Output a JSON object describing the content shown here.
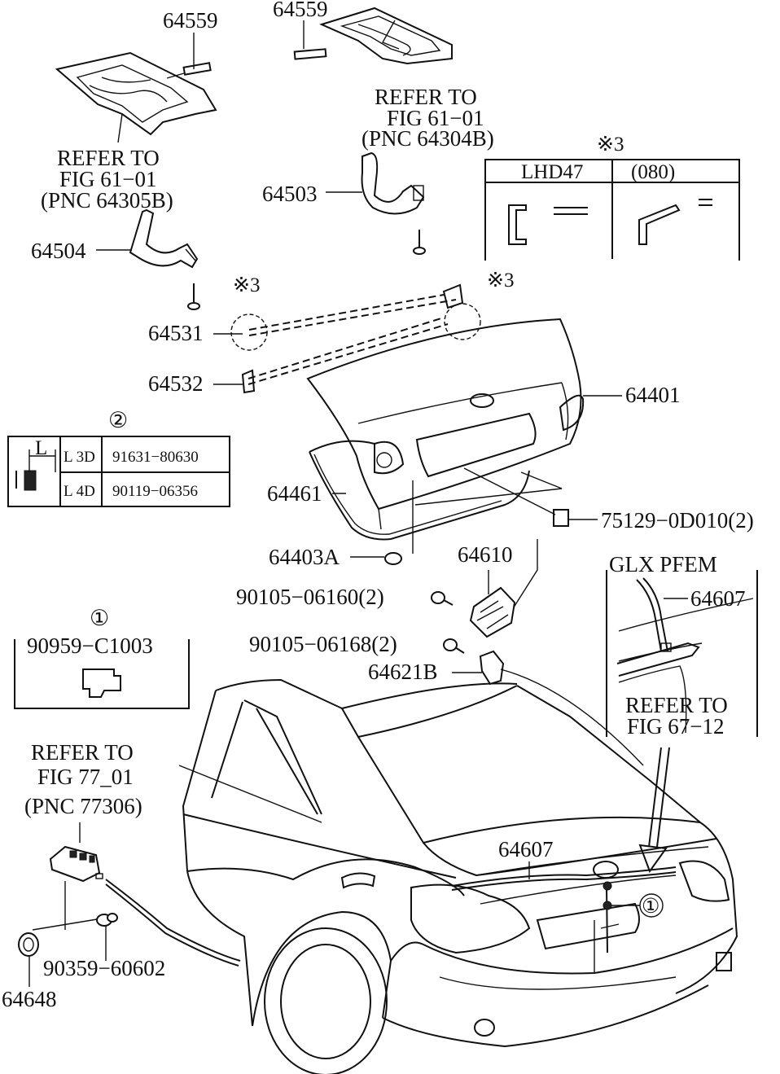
{
  "labels": {
    "p64559_left": "64559",
    "p64559_top": "64559",
    "refer_right_1": "REFER TO",
    "refer_right_2": "FIG 61−01",
    "refer_right_3": "(PNC 64304B)",
    "refer_left_1": "REFER TO",
    "refer_left_2": "FIG 61−01",
    "refer_left_3": "(PNC 64305B)",
    "p64503": "64503",
    "p64504": "64504",
    "p64531": "64531",
    "p64532": "64532",
    "p64401": "64401",
    "p64461": "64461",
    "p64403A": "64403A",
    "p75129": "75129−0D010(2)",
    "p64610": "64610",
    "p90105_06160": "90105−06160(2)",
    "p90105_06168": "90105−06168(2)",
    "p64621B": "64621B",
    "glx_pfem": "GLX PFEM",
    "p64607_box": "64607",
    "refer_glx_1": "REFER TO",
    "refer_glx_2": "FIG 67−12",
    "refer_77_1": "REFER TO",
    "refer_77_2": "FIG 77_01",
    "refer_77_3": "(PNC 77306)",
    "p64607_car": "64607",
    "p90359": "90359−60602",
    "p64648": "64648",
    "note3_a": "※3",
    "note3_b": "※3",
    "note3_table": "※3"
  },
  "table_note3": {
    "col1": "LHD47",
    "col2": "(080)"
  },
  "table_note2": {
    "marker": "②",
    "dim_label": "L",
    "rows": [
      {
        "len": "L 3D",
        "part": "91631−80630"
      },
      {
        "len": "L 4D",
        "part": "90119−06356"
      }
    ]
  },
  "box_note1": {
    "marker": "①",
    "part": "90959−C1003"
  },
  "car_marker": "①"
}
